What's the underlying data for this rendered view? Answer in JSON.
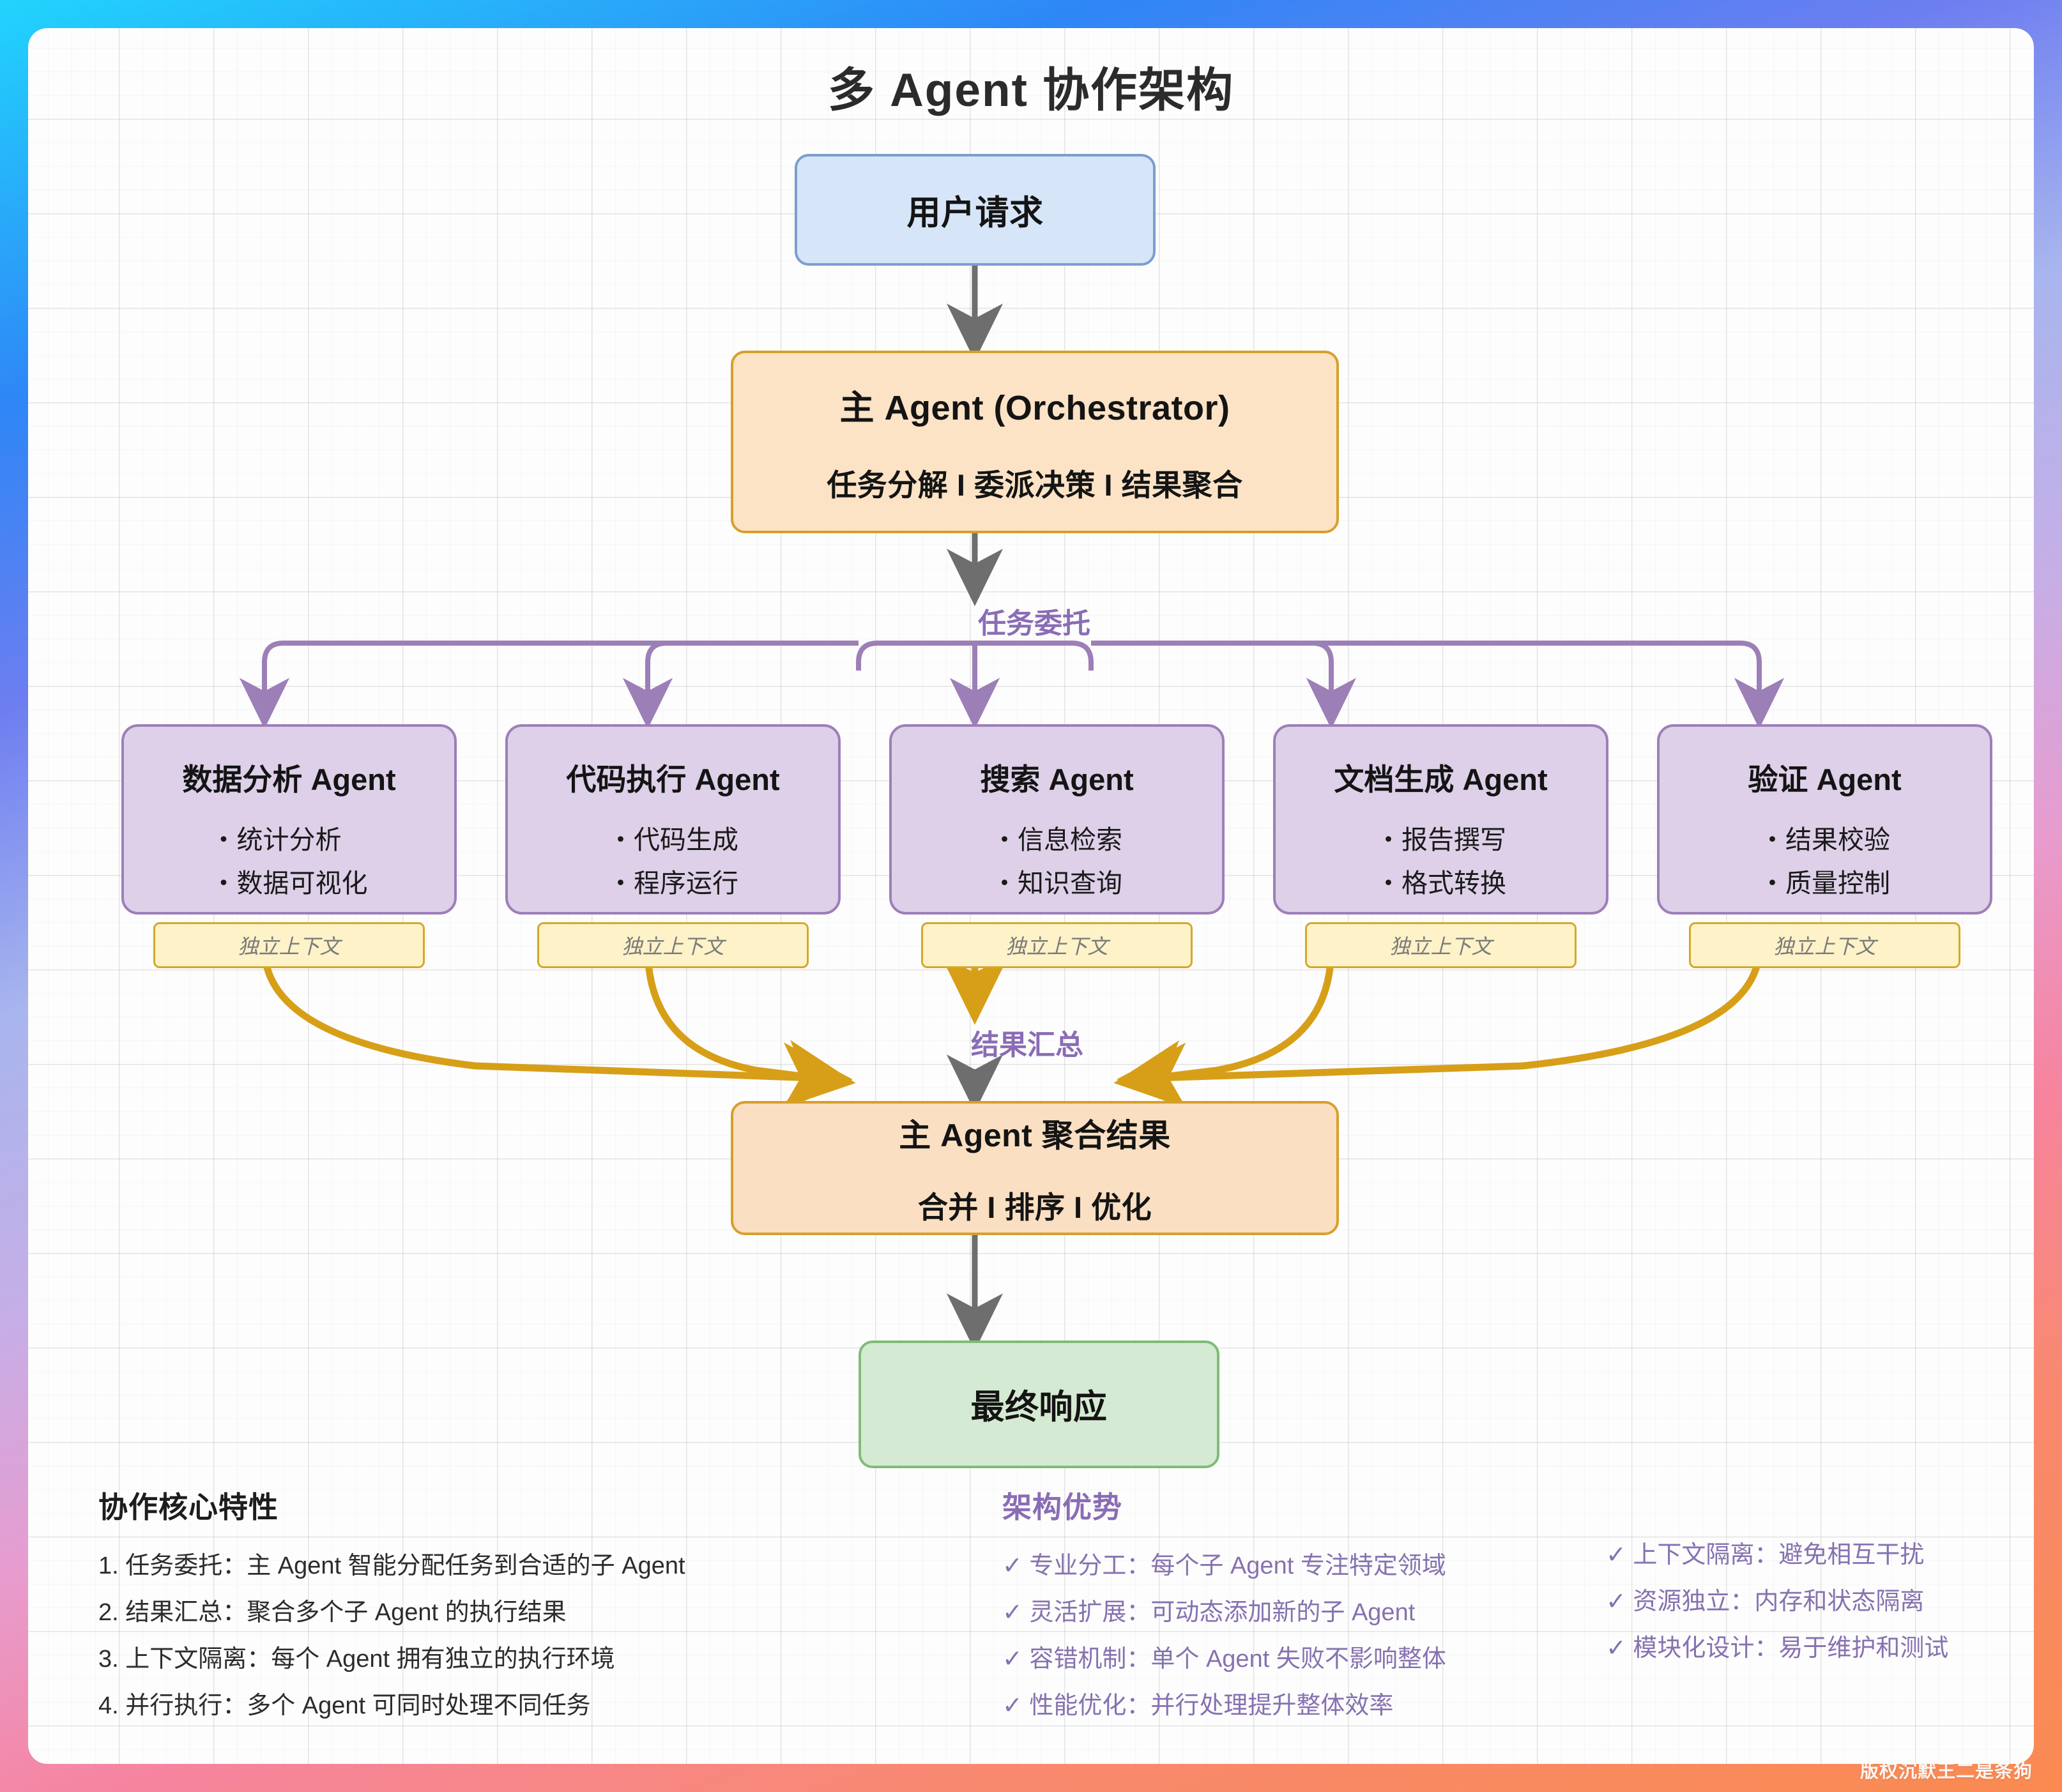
{
  "title": "多 Agent 协作架构",
  "nodes": {
    "user_request": {
      "label": "用户请求"
    },
    "orchestrator": {
      "title": "主 Agent (Orchestrator)",
      "subtitle": "任务分解 I 委派决策 I 结果聚合"
    },
    "aggregate": {
      "title": "主 Agent 聚合结果",
      "subtitle": "合并 I 排序 I 优化"
    },
    "final": {
      "label": "最终响应"
    }
  },
  "edge_labels": {
    "delegate": "任务委托",
    "collect": "结果汇总"
  },
  "context_label": "独立上下文",
  "agents": [
    {
      "title": "数据分析 Agent",
      "items": [
        "・统计分析",
        "・数据可视化"
      ],
      "context": "独立上下文"
    },
    {
      "title": "代码执行 Agent",
      "items": [
        "・代码生成",
        "・程序运行"
      ],
      "context": "独立上下文"
    },
    {
      "title": "搜索 Agent",
      "items": [
        "・信息检索",
        "・知识查询"
      ],
      "context": "独立上下文"
    },
    {
      "title": "文档生成 Agent",
      "items": [
        "・报告撰写",
        "・格式转换"
      ],
      "context": "独立上下文"
    },
    {
      "title": "验证 Agent",
      "items": [
        "・结果校验",
        "・质量控制"
      ],
      "context": "独立上下文"
    }
  ],
  "footer": {
    "left": {
      "heading": "协作核心特性",
      "items": [
        "1. 任务委托：主 Agent 智能分配任务到合适的子 Agent",
        "2. 结果汇总：聚合多个子 Agent 的执行结果",
        "3. 上下文隔离：每个 Agent 拥有独立的执行环境",
        "4. 并行执行：多个 Agent 可同时处理不同任务"
      ]
    },
    "middle": {
      "heading": "架构优势",
      "items": [
        "✓ 专业分工：每个子 Agent 专注特定领域",
        "✓ 灵活扩展：可动态添加新的子 Agent",
        "✓ 容错机制：单个 Agent 失败不影响整体",
        "✓ 性能优化：并行处理提升整体效率"
      ]
    },
    "right": {
      "items": [
        "✓ 上下文隔离：避免相互干扰",
        "✓ 资源独立：内存和状态隔离",
        "✓ 模块化设计：易于维护和测试"
      ]
    }
  },
  "watermark": "版权沉默王二是条狗",
  "colors": {
    "user_fill": "#d6e5f7",
    "user_stroke": "#7b9ecf",
    "orchestrator_fill": "#fce3c6",
    "orchestrator_stroke": "#d79f2c",
    "agent_fill": "#ddd0e8",
    "agent_stroke": "#9d7fb8",
    "context_fill": "#fdf2c8",
    "context_stroke": "#d5a82a",
    "final_fill": "#d5ead2",
    "final_stroke": "#80bb79",
    "purple_text": "#8a6cb5",
    "gold_arrow": "#d79f18",
    "gray_arrow": "#6e6e6e"
  }
}
